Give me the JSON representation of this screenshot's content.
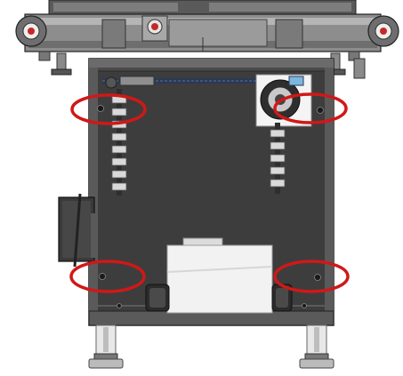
{
  "colors": {
    "frame_dark": "#4a4a4a",
    "frame_mid": "#6b6b6b",
    "frame_light": "#9a9a9a",
    "inner_panel": "#3d3d3d",
    "rail_top": "#b8b8b8",
    "chain": "#2a3a55",
    "housing": "#f2f2f2",
    "housing_shadow": "#d6d6d6",
    "highlight_ring": "#d01818",
    "accent_red": "#c62828",
    "background": "#ffffff"
  },
  "highlights": [
    {
      "id": "upper-left-mount"
    },
    {
      "id": "upper-right-mount"
    },
    {
      "id": "lower-left-mount"
    },
    {
      "id": "lower-right-mount"
    }
  ]
}
